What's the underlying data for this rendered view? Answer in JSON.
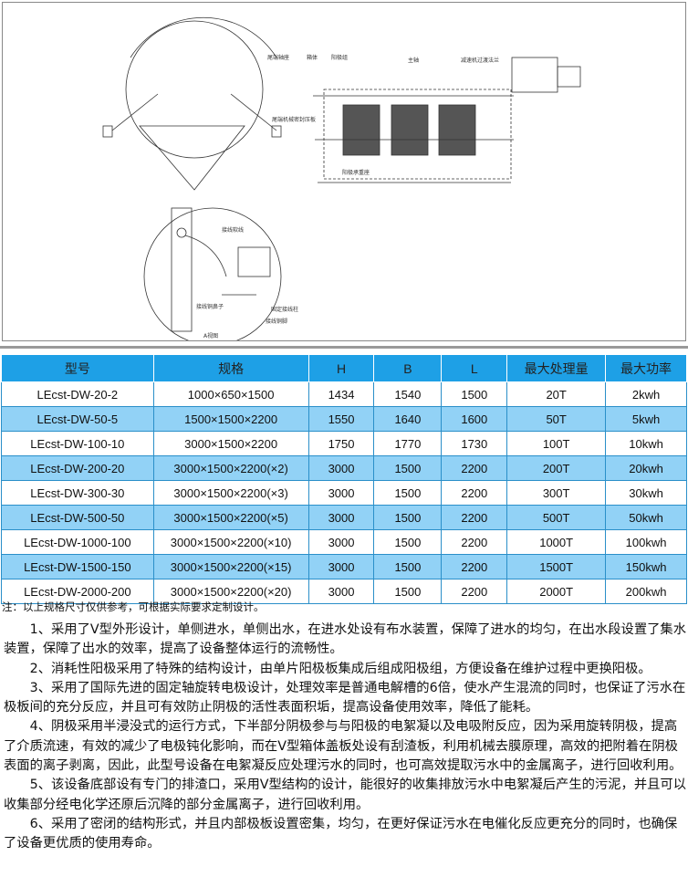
{
  "diagram": {
    "labels": [
      "尾端轴座",
      "箱体",
      "阳极组",
      "主轴",
      "减速机过渡法兰",
      "尾端机械密封压板",
      "阳极承重座",
      "接线软线",
      "接线铜鼻子",
      "固定接线柱",
      "接线铜脚",
      "A视图"
    ]
  },
  "table": {
    "headers": [
      "型号",
      "规格",
      "H",
      "B",
      "L",
      "最大处理量",
      "最大功率"
    ],
    "rows": [
      [
        "LEcst-DW-20-2",
        "1000×650×1500",
        "1434",
        "1540",
        "1500",
        "20T",
        "2kwh"
      ],
      [
        "LEcst-DW-50-5",
        "1500×1500×2200",
        "1550",
        "1640",
        "1600",
        "50T",
        "5kwh"
      ],
      [
        "LEcst-DW-100-10",
        "3000×1500×2200",
        "1750",
        "1770",
        "1730",
        "100T",
        "10kwh"
      ],
      [
        "LEcst-DW-200-20",
        "3000×1500×2200(×2)",
        "3000",
        "1500",
        "2200",
        "200T",
        "20kwh"
      ],
      [
        "LEcst-DW-300-30",
        "3000×1500×2200(×3)",
        "3000",
        "1500",
        "2200",
        "300T",
        "30kwh"
      ],
      [
        "LEcst-DW-500-50",
        "3000×1500×2200(×5)",
        "3000",
        "1500",
        "2200",
        "500T",
        "50kwh"
      ],
      [
        "LEcst-DW-1000-100",
        "3000×1500×2200(×10)",
        "3000",
        "1500",
        "2200",
        "1000T",
        "100kwh"
      ],
      [
        "LEcst-DW-1500-150",
        "3000×1500×2200(×15)",
        "3000",
        "1500",
        "2200",
        "1500T",
        "150kwh"
      ],
      [
        "LEcst-DW-2000-200",
        "3000×1500×2200(×20)",
        "3000",
        "1500",
        "2200",
        "2000T",
        "200kwh"
      ]
    ]
  },
  "note": "注：以上规格尺寸仅供参考，可根据实际要求定制设计。",
  "paragraphs": [
    "1、采用了V型外形设计，单侧进水，单侧出水，在进水处设有布水装置，保障了进水的均匀，在出水段设置了集水装置，保障了出水的效率，提高了设备整体运行的流畅性。",
    "2、消耗性阳极采用了特殊的结构设计，由单片阳极板集成后组成阳极组，方便设备在维护过程中更换阳极。",
    "3、采用了国际先进的固定轴旋转电极设计，处理效率是普通电解槽的6倍，使水产生混流的同时，也保证了污水在极板间的充分反应，并且可有效防止阴极的活性表面积垢，提高设备使用效率，降低了能耗。",
    "4、阴极采用半浸没式的运行方式，下半部分阴极参与与阳极的电絮凝以及电吸附反应，因为采用旋转阴极，提高了介质流速，有效的减少了电极钝化影响，而在V型箱体盖板处设有刮渣板，利用机械去膜原理，高效的把附着在阴极表面的离子剥离，因此，此型号设备在电絮凝反应处理污水的同时，也可高效提取污水中的金属离子，进行回收利用。",
    "5、该设备底部设有专门的排渣口，采用V型结构的设计，能很好的收集排放污水中电絮凝后产生的污泥，并且可以收集部分经电化学还原后沉降的部分金属离子，进行回收利用。",
    "6、采用了密闭的结构形式，并且内部极板设置密集，均匀，在更好保证污水在电催化反应更充分的同时，也确保了设备更优质的使用寿命。"
  ]
}
